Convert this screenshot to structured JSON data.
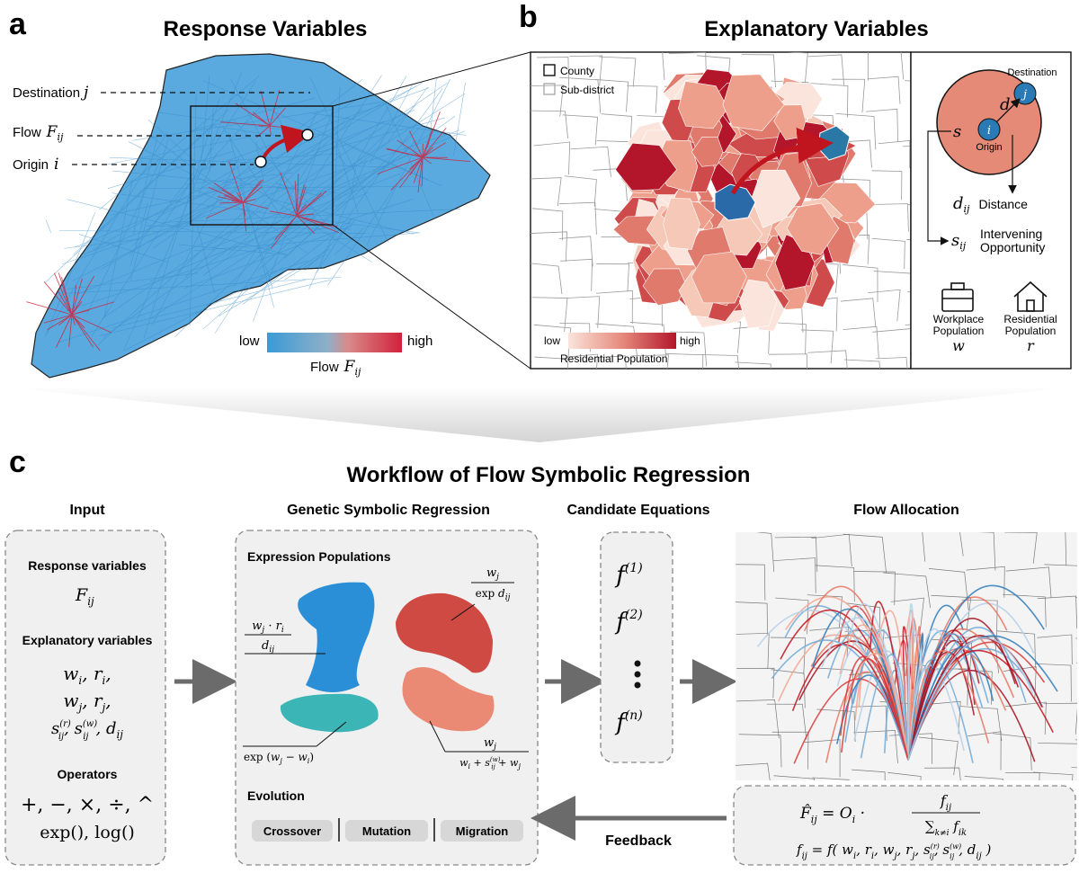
{
  "panels": {
    "a": {
      "letter": "a",
      "title": "Response Variables",
      "callouts": {
        "destination": "Destination",
        "destination_sym": "j",
        "flow": "Flow",
        "flow_sym": "F",
        "flow_sub": "ij",
        "origin": "Origin",
        "origin_sym": "i"
      },
      "legend": {
        "low": "low",
        "high": "high",
        "label": "Flow",
        "sym": "F",
        "sub": "ij"
      }
    },
    "b": {
      "letter": "b",
      "title": "Explanatory Variables",
      "map_legend": {
        "county": "County",
        "subdistrict": "Sub-district"
      },
      "colorbar": {
        "low": "low",
        "high": "high",
        "label": "Residential Population"
      },
      "circle": {
        "destination": "Destination",
        "dest_sym": "j",
        "origin": "Origin",
        "origin_sym": "i",
        "d_sym": "d",
        "s_sym": "s"
      },
      "distance": {
        "sym": "d",
        "sub": "ij",
        "label": "Distance"
      },
      "intervening": {
        "sym": "s",
        "sub": "ij",
        "label1": "Intervening",
        "label2": "Opportunity"
      },
      "workplace": {
        "line1": "Workplace",
        "line2": "Population",
        "sym": "w"
      },
      "residential": {
        "line1": "Residential",
        "line2": "Population",
        "sym": "r"
      }
    },
    "c": {
      "letter": "c",
      "title": "Workflow of Flow Symbolic Regression",
      "input": {
        "header": "Input",
        "response_title": "Response variables",
        "explanatory_title": "Explanatory variables",
        "operators_title": "Operators",
        "operators_line1": "+, −, ×, ÷, ^",
        "operators_line2": "exp(), log()"
      },
      "gsr": {
        "header": "Genetic Symbolic Regression",
        "populations_title": "Expression Populations",
        "evolution_title": "Evolution",
        "buttons": [
          "Crossover",
          "Mutation",
          "Migration"
        ]
      },
      "candidates": {
        "header": "Candidate Equations",
        "sym": "f",
        "items": [
          "(1)",
          "(2)",
          "(n)"
        ]
      },
      "allocation": {
        "header": "Flow Allocation"
      },
      "feedback": "Feedback"
    }
  }
}
